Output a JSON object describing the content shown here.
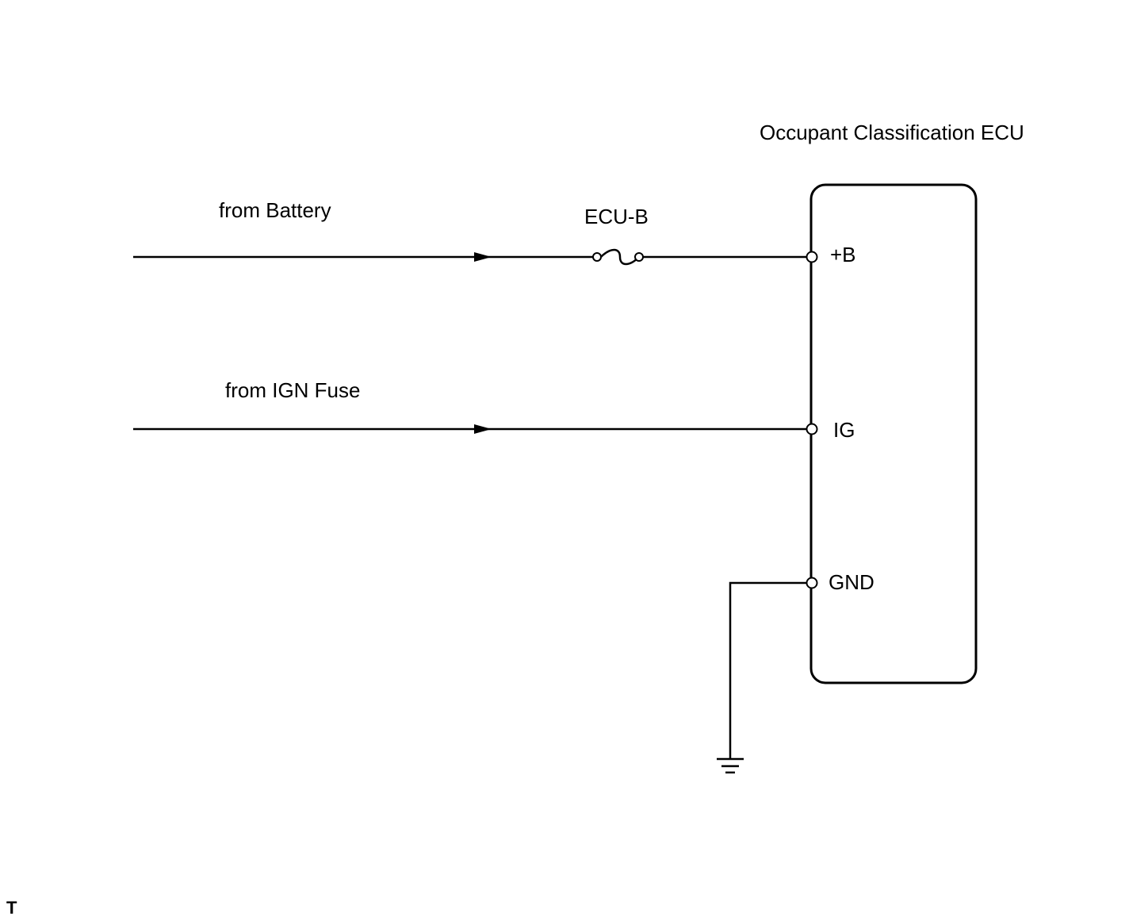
{
  "ecu": {
    "title": "Occupant Classification ECU",
    "terminals": {
      "b": "+B",
      "ig": "IG",
      "gnd": "GND"
    }
  },
  "inputs": {
    "battery": "from Battery",
    "ign_fuse": "from IGN Fuse"
  },
  "fuse": {
    "label": "ECU-B"
  },
  "corner_mark": "T"
}
